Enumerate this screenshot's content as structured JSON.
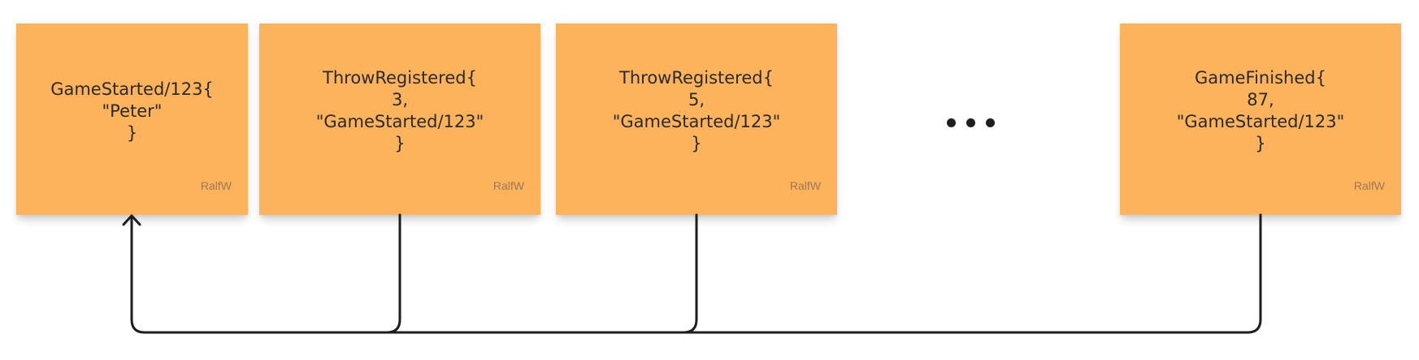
{
  "stickies": [
    {
      "text": "GameStarted/123{\n\"Peter\"\n}",
      "author": "RalfW"
    },
    {
      "text": "ThrowRegistered{\n3,\n\"GameStarted/123\"\n}",
      "author": "RalfW"
    },
    {
      "text": "ThrowRegistered{\n5,\n\"GameStarted/123\"\n}",
      "author": "RalfW"
    },
    {
      "text": "GameFinished{\n87,\n\"GameStarted/123\"\n}",
      "author": "RalfW"
    }
  ],
  "colors": {
    "sticky": "#fdb35b",
    "connector": "#1e1e1e",
    "author": "#9a7a55"
  },
  "icons": {
    "ellipsis": "more-dots-icon",
    "arrowhead": "arrow-up-icon"
  }
}
